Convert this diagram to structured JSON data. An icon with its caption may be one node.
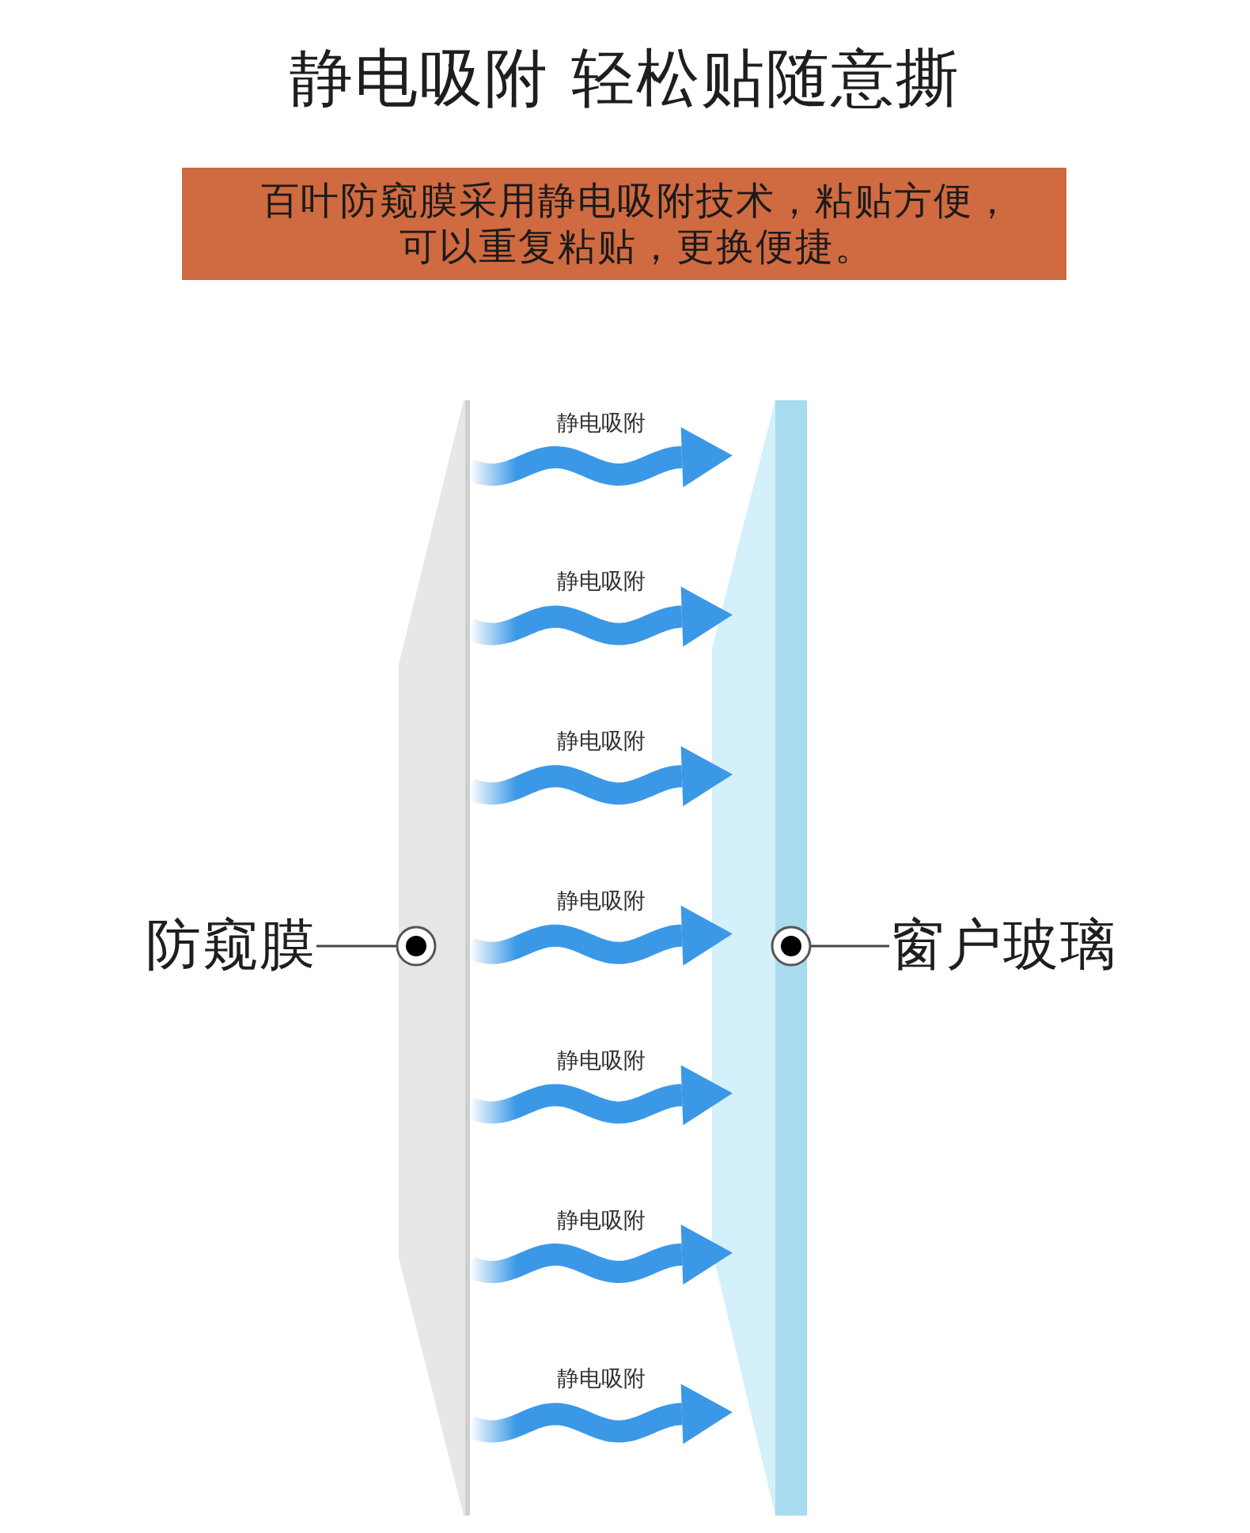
{
  "diagram": {
    "title": "静电吸附 轻松贴随意撕",
    "nodes": [
      {
        "text": [
          "百叶防窥膜采用静电吸附技术，粘贴方便，可以重复粘贴，更换便捷。"
        ]
      },
      {
        "text": [
          "防窥膜"
        ]
      },
      {
        "text": [],
        "shape": "box"
      },
      {
        "text": [],
        "shape": "box"
      },
      {
        "text": [
          "窗户玻璃"
        ]
      }
    ],
    "edges": [
      {
        "from": 2,
        "to": 3,
        "arrow": "to",
        "label": "静电吸附"
      },
      {
        "from": 2,
        "to": 3,
        "arrow": "to",
        "label": "静电吸附"
      },
      {
        "from": 2,
        "to": 3,
        "arrow": "to",
        "label": "静电吸附"
      },
      {
        "from": 2,
        "to": 3,
        "arrow": "to",
        "label": "静电吸附"
      },
      {
        "from": 2,
        "to": 3,
        "arrow": "to",
        "label": "静电吸附"
      },
      {
        "from": 2,
        "to": 3,
        "arrow": "to",
        "label": "静电吸附"
      },
      {
        "from": 2,
        "to": 3,
        "arrow": "to",
        "label": "静电吸附"
      },
      {
        "from": 1,
        "to": 2,
        "arrow": "none",
        "color": "#444444"
      },
      {
        "from": 4,
        "to": 3,
        "arrow": "none",
        "color": "#444444"
      }
    ]
  }
}
